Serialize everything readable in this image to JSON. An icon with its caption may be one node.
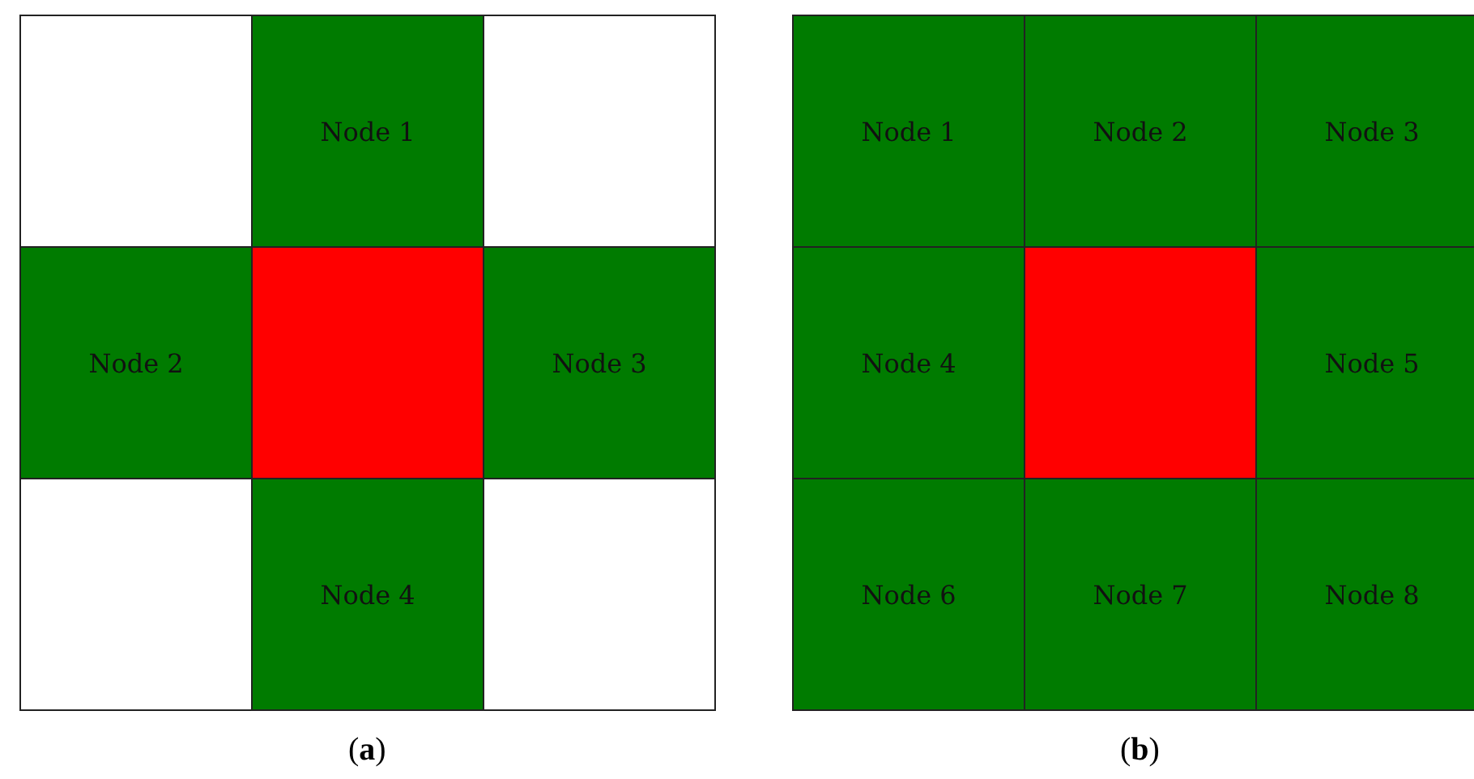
{
  "diagram": {
    "nodes": [
      {
        "text": [],
        "shape": "box"
      },
      {
        "text": [
          "Node 1"
        ]
      },
      {
        "text": [],
        "shape": "box"
      },
      {
        "text": [
          "Node 2"
        ]
      },
      {
        "text": [],
        "shape": "box"
      },
      {
        "text": [
          "Node 3"
        ]
      },
      {
        "text": [],
        "shape": "box"
      },
      {
        "text": [
          "Node 4"
        ]
      },
      {
        "text": [],
        "shape": "box"
      },
      {
        "text": [
          "Node 1"
        ]
      },
      {
        "text": [
          "Node 2"
        ]
      },
      {
        "text": [
          "Node 3"
        ]
      },
      {
        "text": [
          "Node 4"
        ]
      },
      {
        "text": [],
        "shape": "box"
      },
      {
        "text": [
          "Node 5"
        ]
      },
      {
        "text": [
          "Node 6"
        ]
      },
      {
        "text": [
          "Node 7"
        ]
      },
      {
        "text": [
          "Node 8"
        ]
      }
    ],
    "labels": [
      "(**a**)",
      "(**b**)"
    ]
  }
}
